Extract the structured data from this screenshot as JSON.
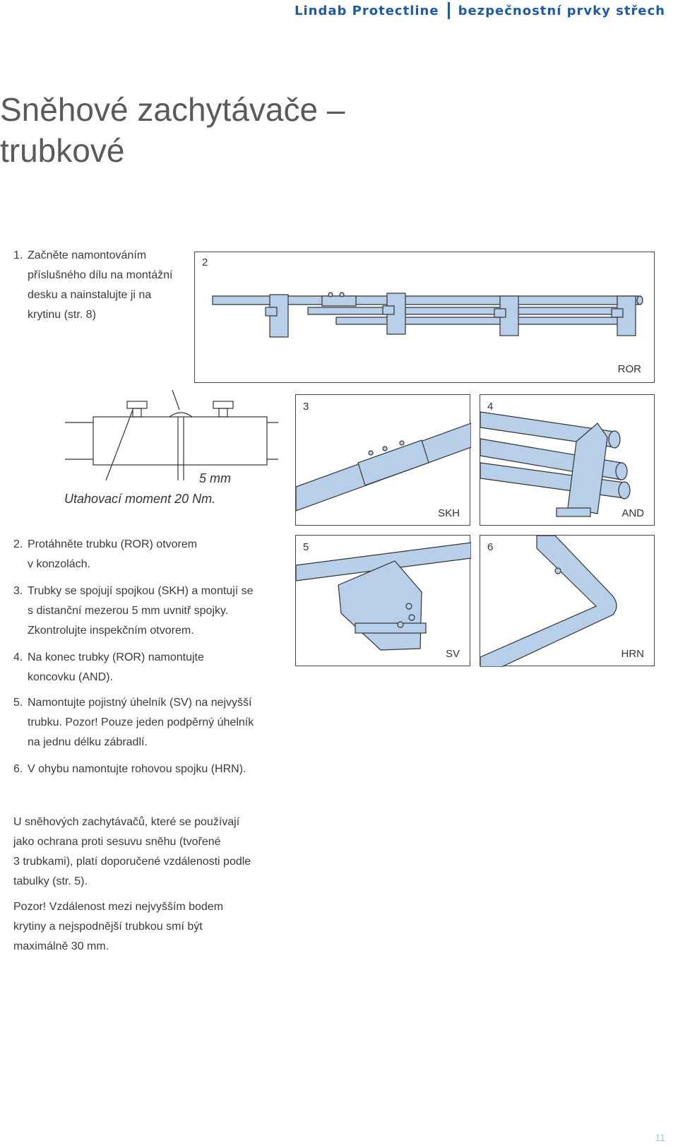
{
  "header": {
    "brand": "Lindab Protectline",
    "section": "bezpečnostní prvky střech"
  },
  "title": {
    "line1": "Sněhové zachytávače –",
    "line2": "trubkové"
  },
  "step1": {
    "num": "1.",
    "lines": [
      "Začněte namontováním",
      "příslušného dílu na montážní",
      "desku a nainstalujte ji na",
      "krytinu (str. 8)"
    ]
  },
  "detail": {
    "gap": "5 mm",
    "torque": "Utahovací moment 20 Nm."
  },
  "panels": {
    "p2": {
      "num": "2",
      "code": "ROR"
    },
    "p3": {
      "num": "3",
      "code": "SKH"
    },
    "p4": {
      "num": "4",
      "code": "AND"
    },
    "p5": {
      "num": "5",
      "code": "SV"
    },
    "p6": {
      "num": "6",
      "code": "HRN"
    }
  },
  "steps": [
    {
      "num": "2.",
      "l1": "Protáhněte trubku (ROR) otvorem",
      "l2": "v konzolách.",
      "l3": ""
    },
    {
      "num": "3.",
      "l1": "Trubky se spojují spojkou (SKH) a montují se",
      "l2": "s distanční mezerou 5 mm uvnitř spojky.",
      "l3": "Zkontrolujte inspekčním otvorem."
    },
    {
      "num": "4.",
      "l1": "Na konec trubky (ROR) namontujte",
      "l2": "koncovku (AND).",
      "l3": ""
    },
    {
      "num": "5.",
      "l1": "Namontujte pojistný úhelník (SV) na nejvyšší",
      "l2": "trubku. Pozor! Pouze jeden podpěrný úhelník",
      "l3": "na jednu délku zábradlí."
    },
    {
      "num": "6.",
      "l1": "V ohybu namontujte rohovou spojku (HRN).",
      "l2": "",
      "l3": ""
    }
  ],
  "note1": [
    "U sněhových zachytávačů, které se používají",
    "jako ochrana proti sesuvu sněhu (tvořené",
    "3 trubkami), platí doporučené vzdálenosti podle",
    "tabulky (str. 5)."
  ],
  "note2": [
    "Pozor! Vzdálenost mezi nejvyšším bodem",
    "krytiny a nejspodnější trubkou smí být",
    "maximálně 30 mm."
  ],
  "page_number": "11",
  "colors": {
    "accent": "#1f5aa6",
    "pipe": "#b8cfe9",
    "outline": "#333333"
  }
}
